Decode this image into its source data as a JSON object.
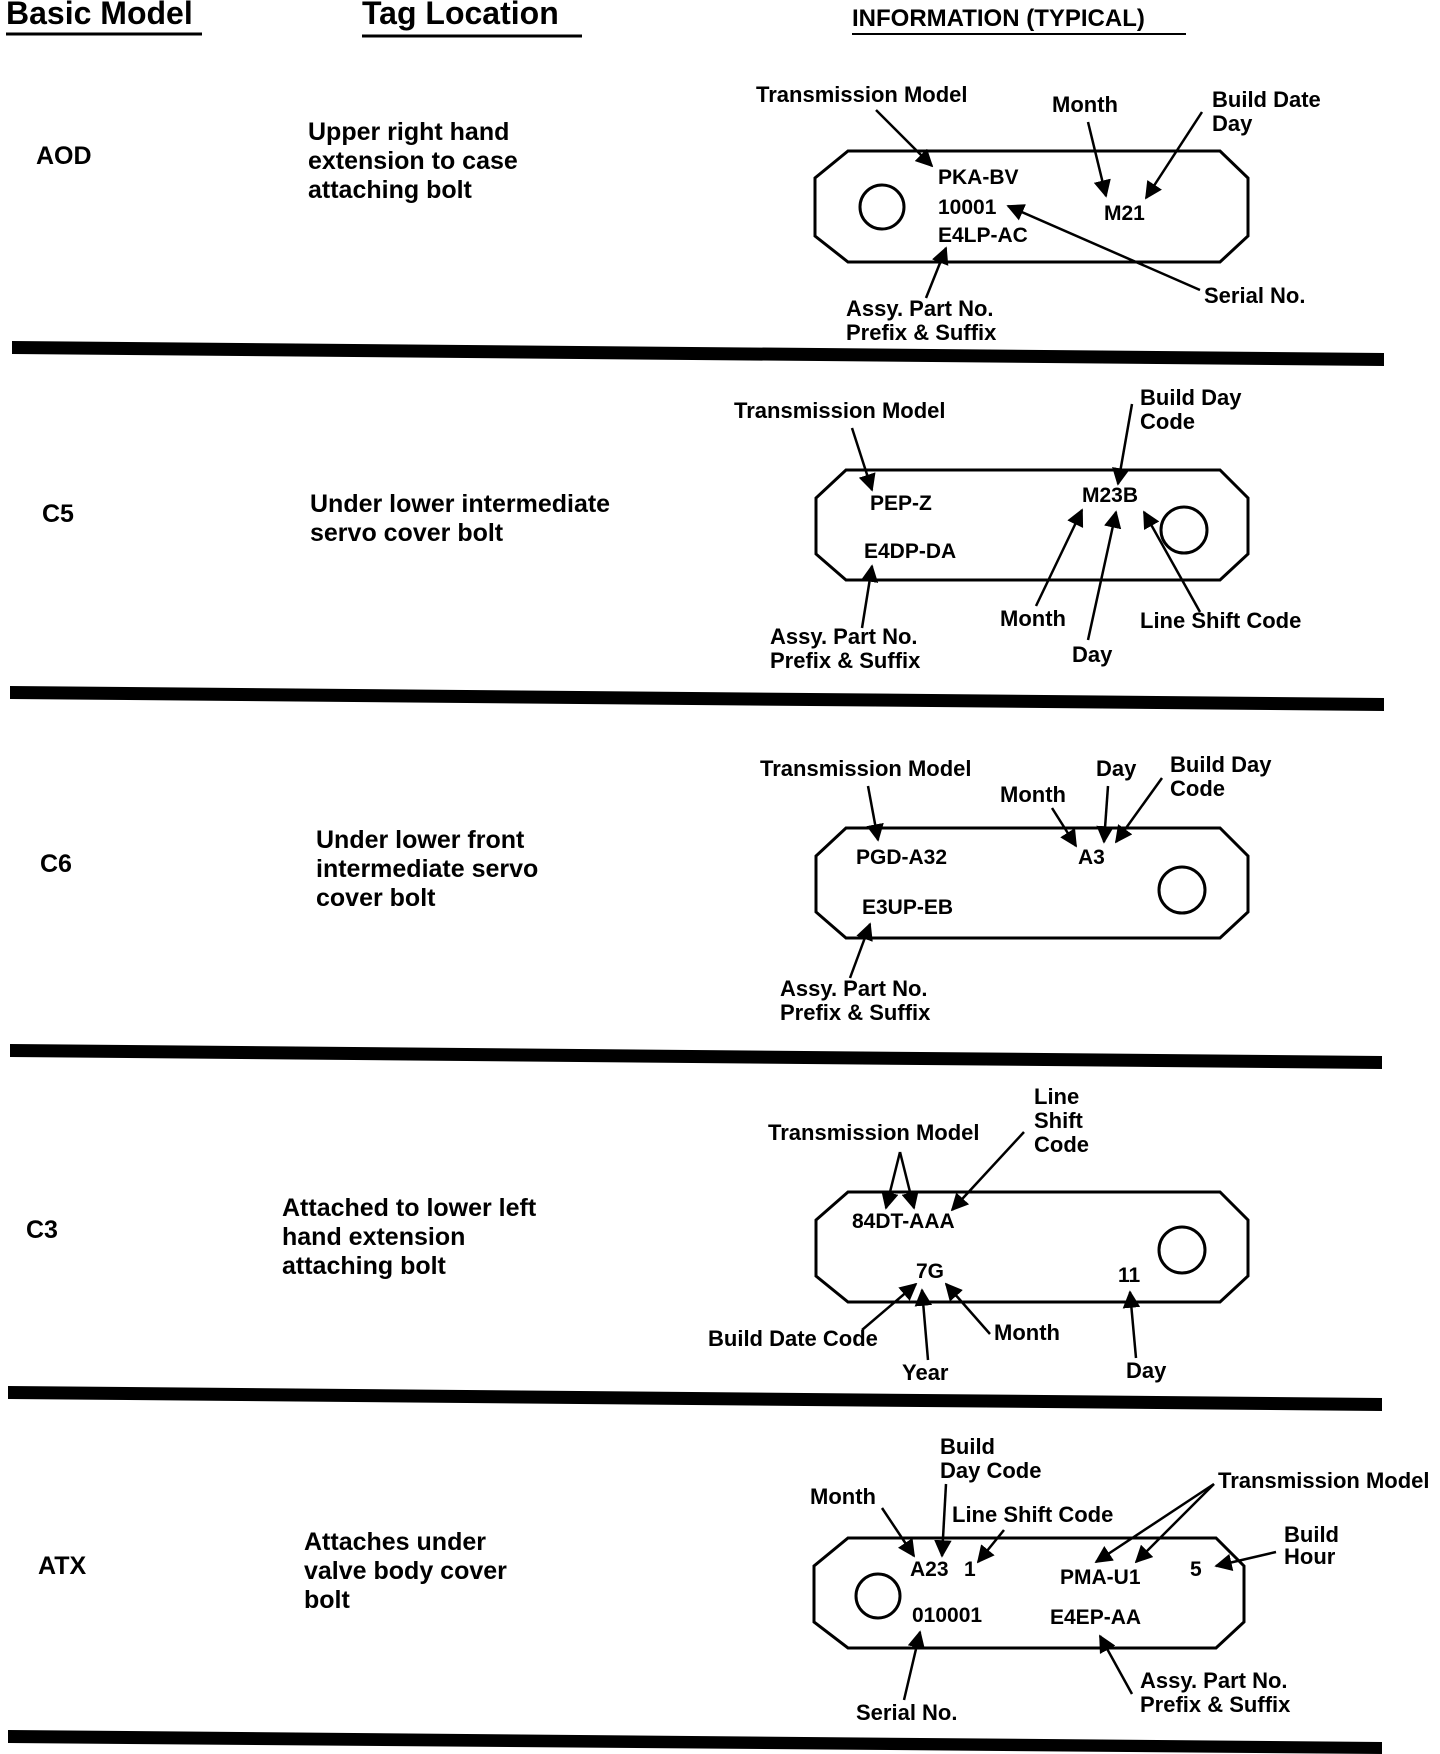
{
  "headers": {
    "basic_model": "Basic Model",
    "tag_location": "Tag Location",
    "information": "INFORMATION (TYPICAL)"
  },
  "rows": [
    {
      "model": "AOD",
      "location": [
        "Upper right hand",
        "extension to case",
        "attaching bolt"
      ],
      "tag_codes": [
        "PKA-BV",
        "10001",
        "E4LP-AC",
        "M21"
      ],
      "labels": [
        "Transmission Model",
        "Month",
        "Build Date",
        "Day",
        "Serial No.",
        "Assy. Part No.",
        "Prefix & Suffix"
      ]
    },
    {
      "model": "C5",
      "location": [
        "Under lower intermediate",
        "servo cover bolt"
      ],
      "tag_codes": [
        "PEP-Z",
        "E4DP-DA",
        "M23B"
      ],
      "labels": [
        "Transmission Model",
        "Build Day",
        "Code",
        "Assy. Part No.",
        "Prefix & Suffix",
        "Month",
        "Day",
        "Line Shift Code"
      ]
    },
    {
      "model": "C6",
      "location": [
        "Under lower front",
        "intermediate servo",
        "cover bolt"
      ],
      "tag_codes": [
        "PGD-A32",
        "E3UP-EB",
        "A3"
      ],
      "labels": [
        "Transmission Model",
        "Month",
        "Day",
        "Build Day",
        "Code",
        "Assy. Part No.",
        "Prefix & Suffix"
      ]
    },
    {
      "model": "C3",
      "location": [
        "Attached to lower left",
        "hand extension",
        "attaching bolt"
      ],
      "tag_codes": [
        "84DT-AAA",
        "7G",
        "11"
      ],
      "labels": [
        "Line",
        "Shift",
        "Code",
        "Transmission Model",
        "Build Date Code",
        "Year",
        "Month",
        "Day"
      ]
    },
    {
      "model": "ATX",
      "location": [
        "Attaches under",
        "valve body cover",
        "bolt"
      ],
      "tag_codes": [
        "A23",
        "1",
        "PMA-U1",
        "5",
        "010001",
        "E4EP-AA"
      ],
      "labels": [
        "Build",
        "Day Code",
        "Month",
        "Line Shift Code",
        "Transmission Model",
        "Build",
        "Hour",
        "Serial No.",
        "Assy. Part No.",
        "Prefix & Suffix"
      ]
    }
  ]
}
